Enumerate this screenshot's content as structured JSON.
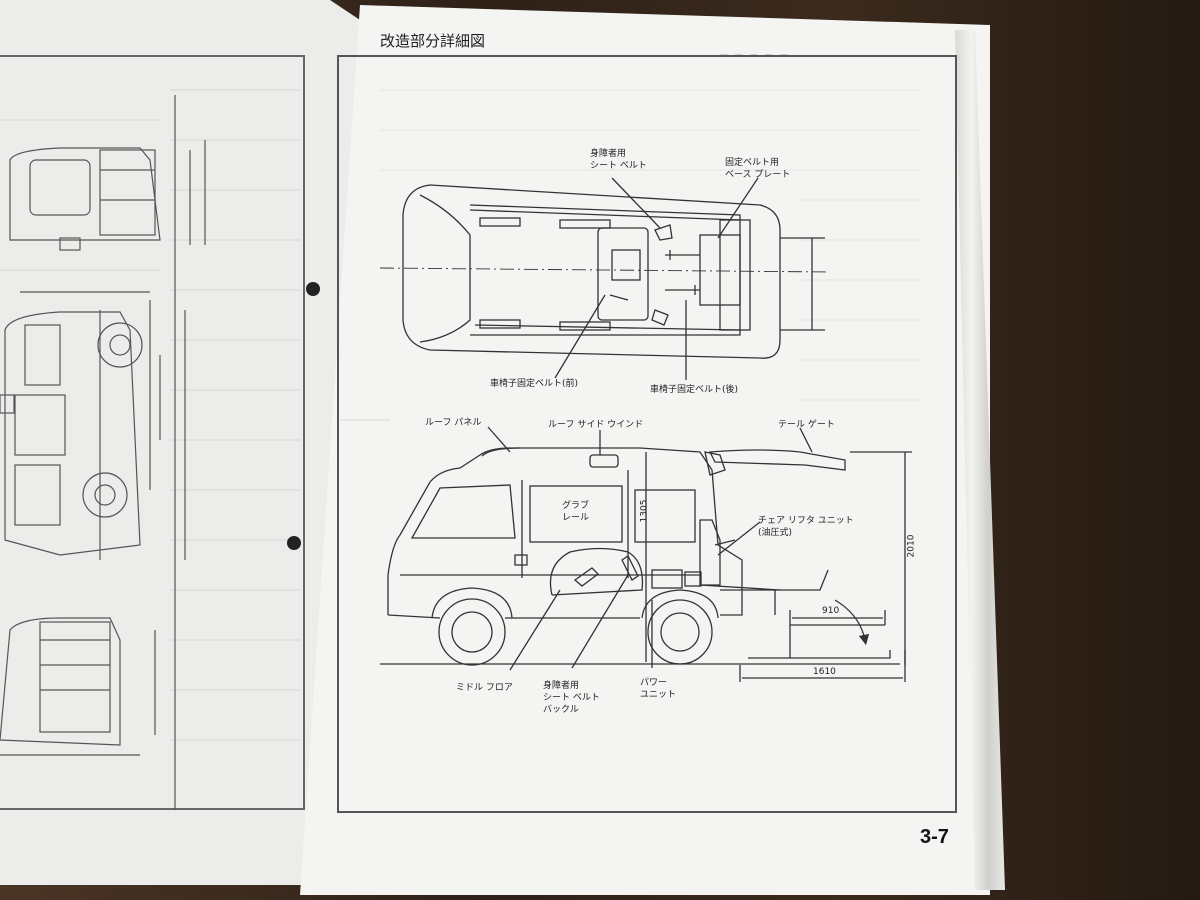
{
  "page": {
    "title": "改造部分詳細図",
    "page_number": "3-7"
  },
  "labels": {
    "seat_belt_disabled": "身障者用\nシート ベルト",
    "fixed_belt_base_plate": "固定ベルト用\nベース プレート",
    "wheelchair_belt_front": "車椅子固定ベルト(前)",
    "wheelchair_belt_rear": "車椅子固定ベルト(後)",
    "roof_panel": "ルーフ パネル",
    "roof_side_window": "ルーフ サイド ウインド",
    "tail_gate": "テール ゲート",
    "grab_rail": "グラブ\nレール",
    "chair_lifter_unit": "チェア リフタ ユニット\n(油圧式)",
    "middle_floor": "ミドル フロア",
    "seat_belt_buckle": "身障者用\nシート ベルト\nバックル",
    "power_unit": "パワー\nユニット"
  },
  "dimensions": {
    "height_2010": "2010",
    "grab_1305": "1305",
    "lift_910": "910",
    "lift_1610": "1610"
  },
  "colors": {
    "paper": "#f4f4f2",
    "ink": "#333333",
    "table": "#3a2a1e"
  }
}
